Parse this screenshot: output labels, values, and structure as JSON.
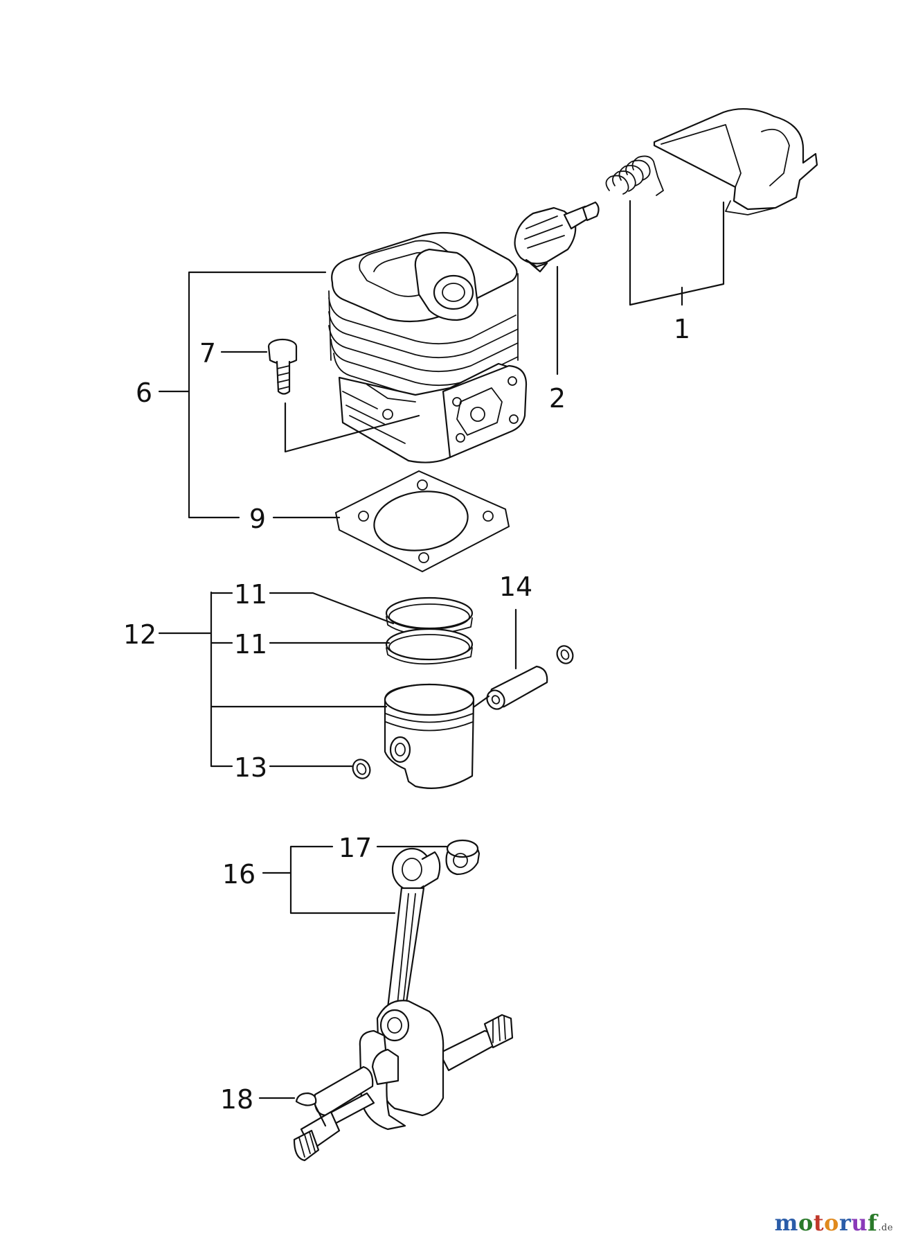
{
  "diagram": {
    "callouts": {
      "n1": "1",
      "n2": "2",
      "n6": "6",
      "n7": "7",
      "n9": "9",
      "n11a": "11",
      "n11b": "11",
      "n12": "12",
      "n13": "13",
      "n14": "14",
      "n16": "16",
      "n17": "17",
      "n18": "18"
    }
  },
  "watermark": {
    "letters": [
      "m",
      "o",
      "t",
      "o",
      "r",
      "u",
      "f"
    ],
    "suffix": ".de",
    "colors": [
      "#2a5ca8",
      "#2a7a2a",
      "#c0392b",
      "#e08a1e",
      "#2a5ca8",
      "#8a3ab9",
      "#2a7a2a"
    ]
  }
}
